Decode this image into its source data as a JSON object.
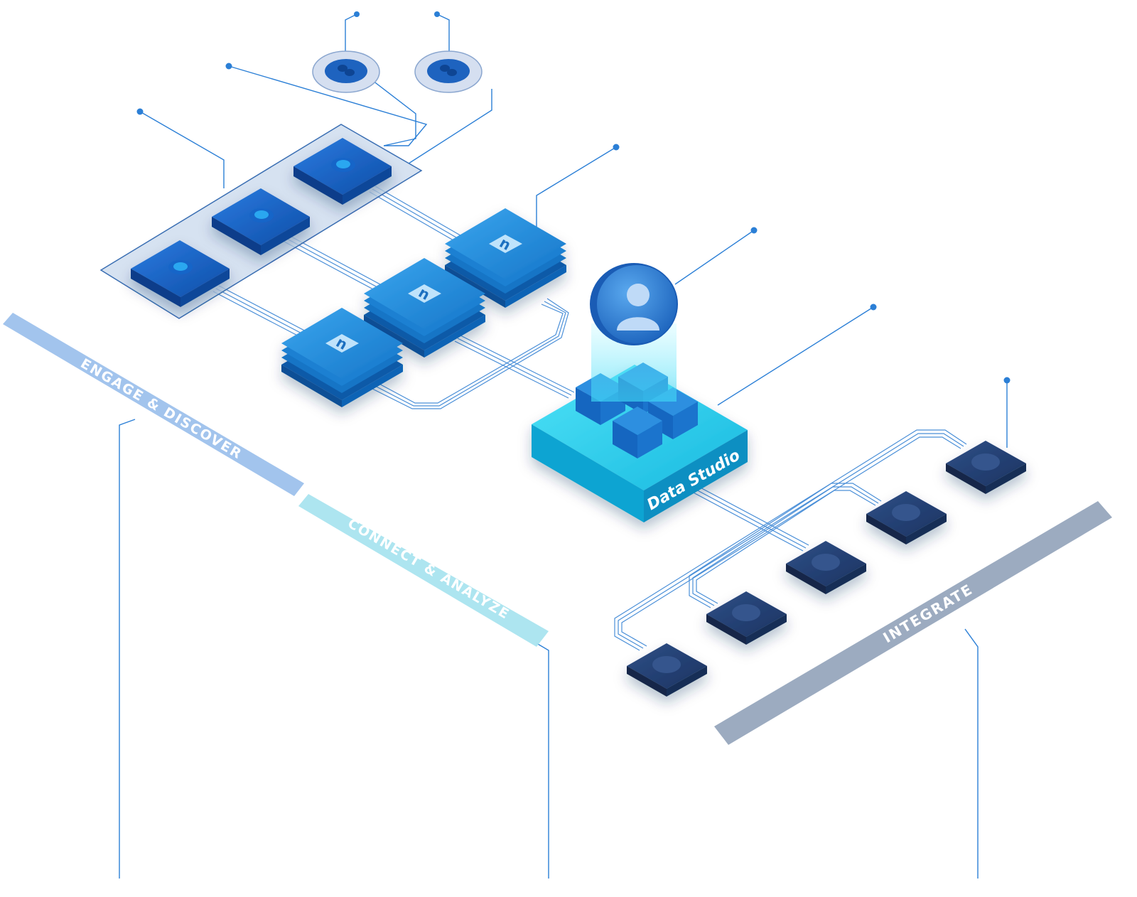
{
  "labels": {
    "engage": "ENGAGE & DISCOVER",
    "connect": "CONNECT & ANALYZE",
    "integrate": "INTEGRATE",
    "studio": "Data Studio"
  },
  "colors": {
    "line": "#2b7fd6",
    "engage_band": "#9dc1ec",
    "connect_band": "#a9e4ef",
    "integrate_band": "#97a6bd",
    "tile_blue": "#1757b8",
    "stack_blue": "#1a86d6",
    "navy": "#1c3563",
    "studio_cyan": "#1fc5e6"
  },
  "icons": {
    "engage_tiles": "circle-dot-icon",
    "stack_tiles": "n-icon",
    "avatar": "user-icon",
    "discs": "link-icon"
  }
}
